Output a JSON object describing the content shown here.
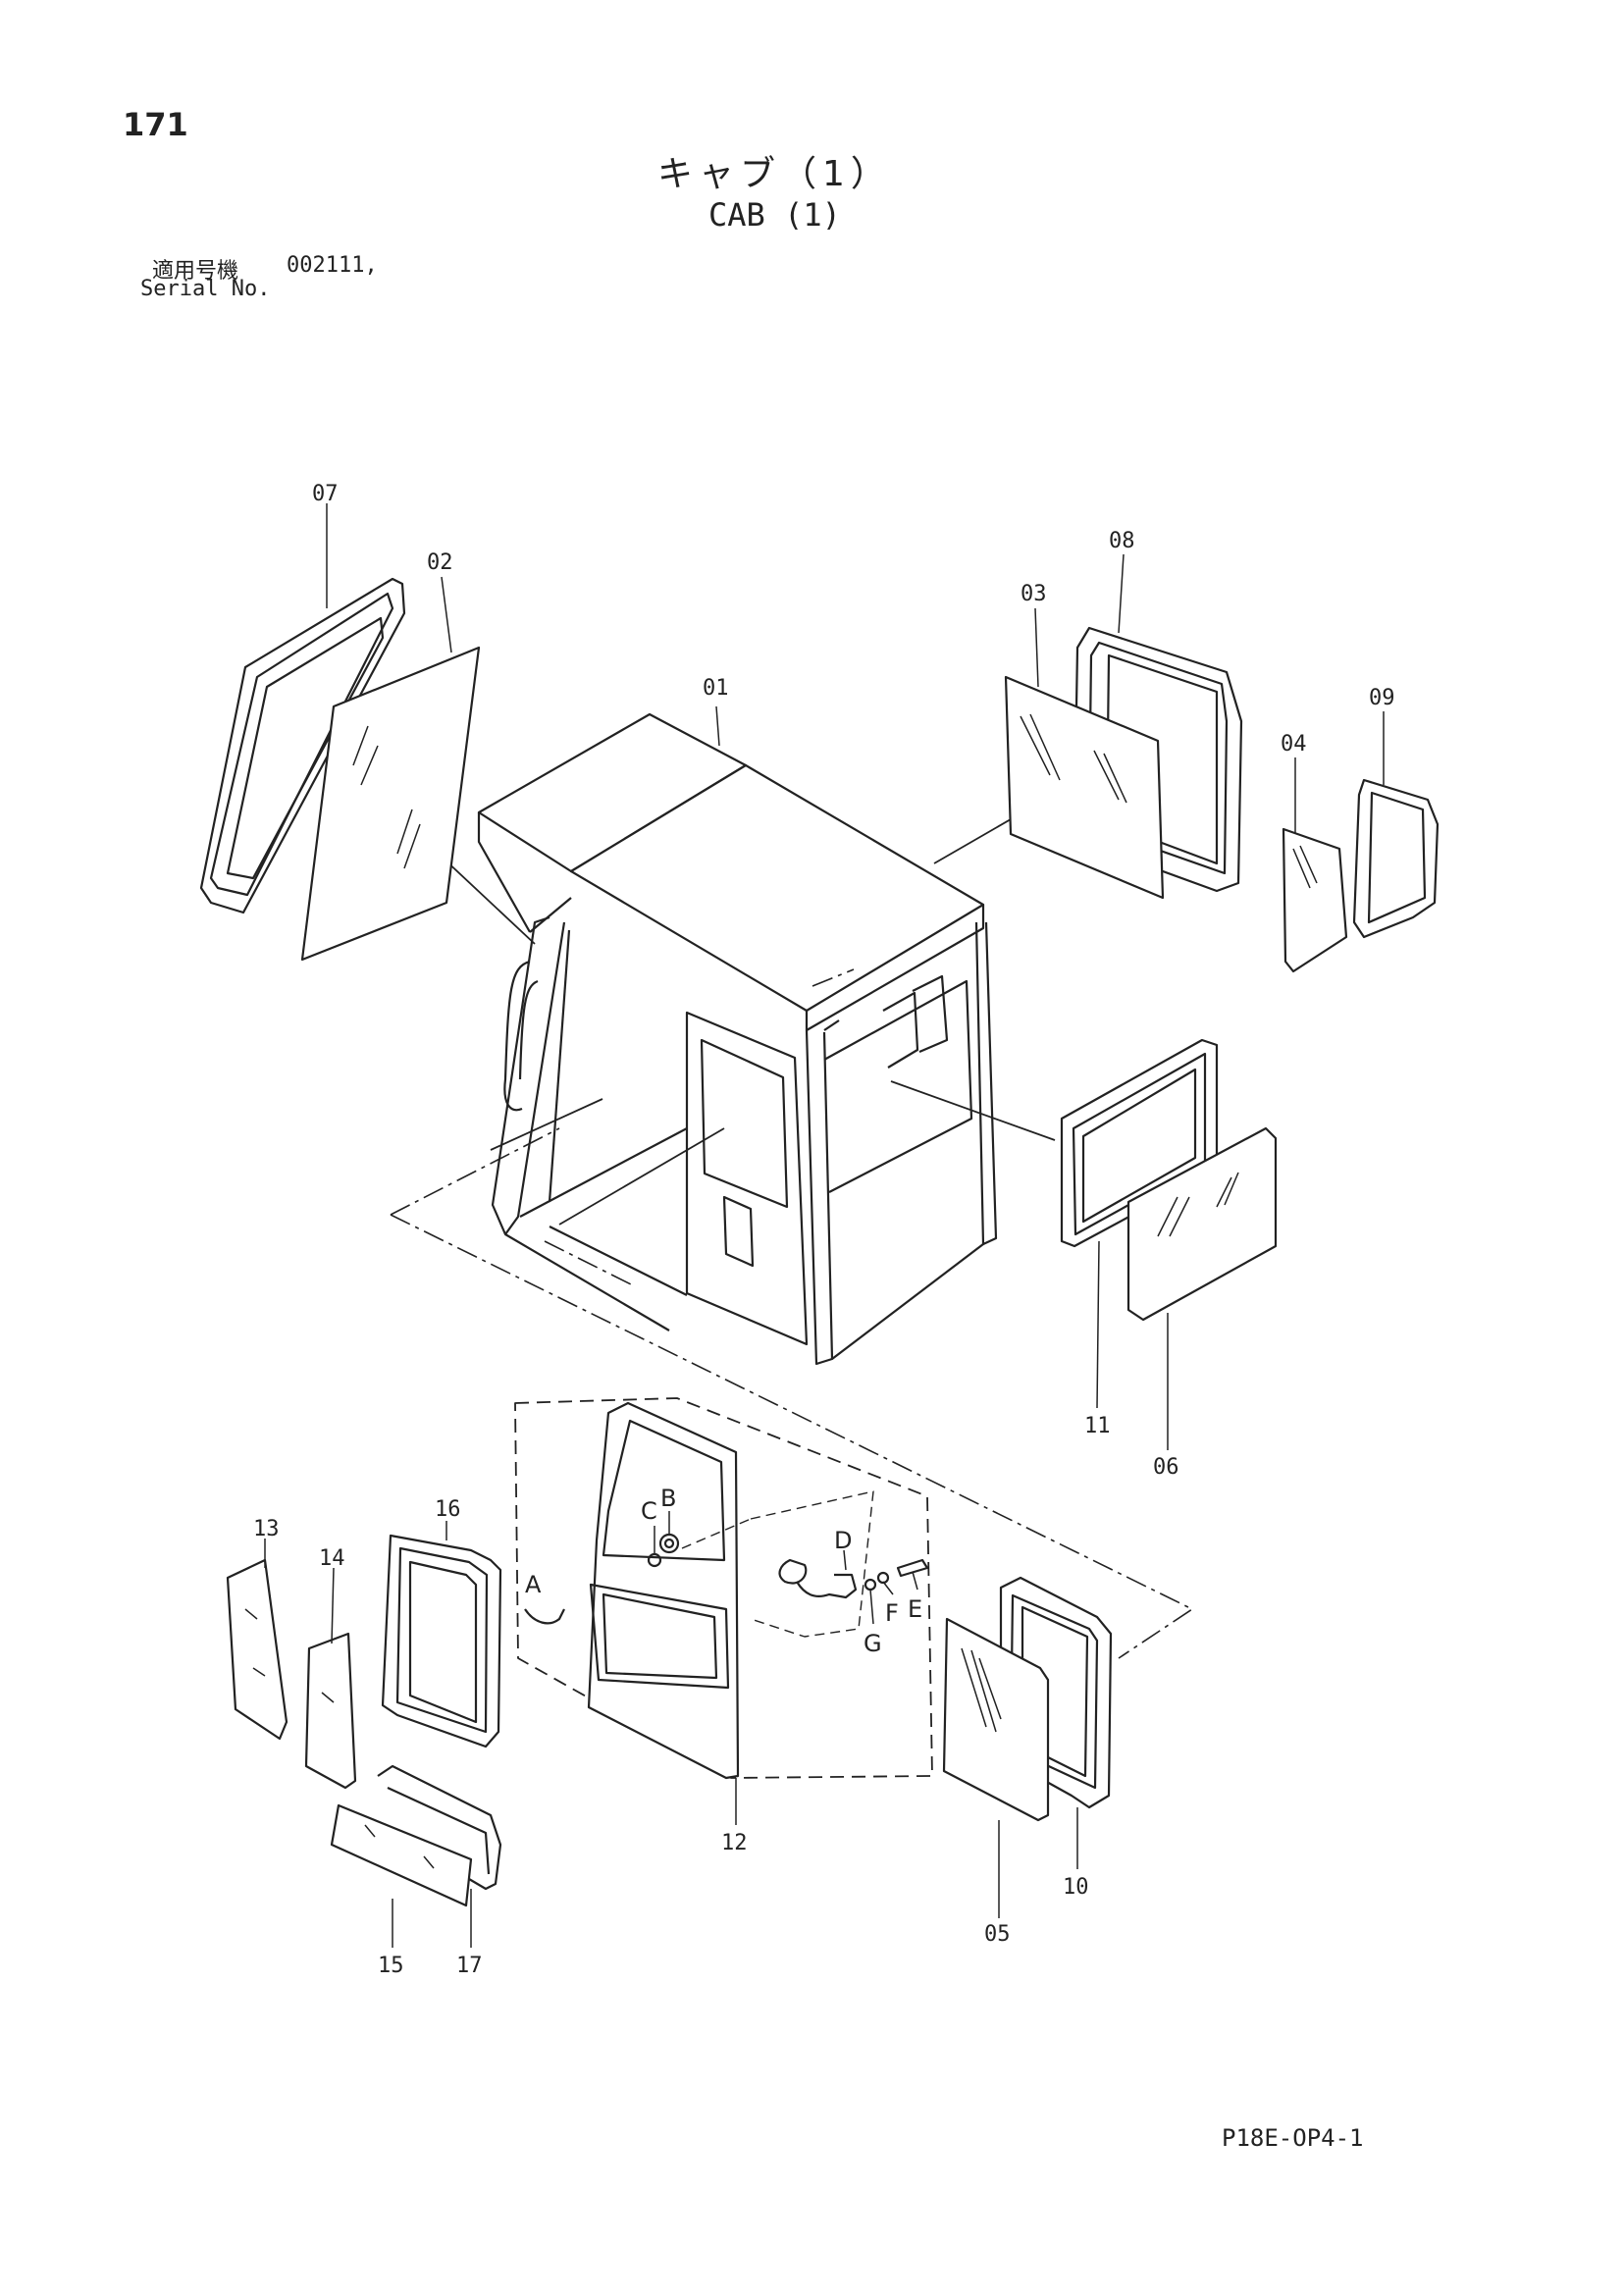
{
  "header": {
    "page_number": "171",
    "title_ja": "キャブ（1）",
    "title_en": "CAB (1)",
    "serial_label_ja": "適用号機",
    "serial_value": "002111,",
    "serial_label_en": "Serial No."
  },
  "footer": {
    "doc_code": "P18E-OP4-1"
  },
  "callouts": {
    "c01": "01",
    "c02": "02",
    "c03": "03",
    "c04": "04",
    "c05": "05",
    "c06": "06",
    "c07": "07",
    "c08": "08",
    "c09": "09",
    "c10": "10",
    "c11": "11",
    "c12": "12",
    "c13": "13",
    "c14": "14",
    "c15": "15",
    "c16": "16",
    "c17": "17",
    "A": "A",
    "B": "B",
    "C": "C",
    "D": "D",
    "E": "E",
    "F": "F",
    "G": "G"
  }
}
